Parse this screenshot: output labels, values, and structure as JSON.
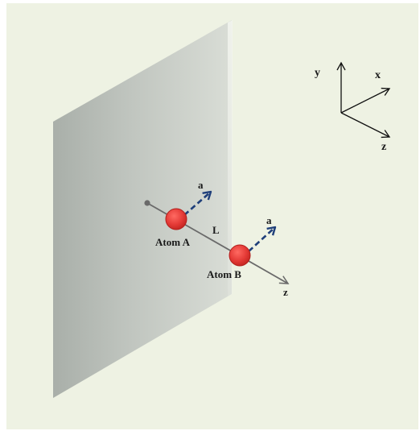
{
  "axes": {
    "y_label": "y",
    "x_label": "x",
    "z_label": "z"
  },
  "atoms": {
    "a": {
      "label": "Atom A",
      "dipole_label": "a"
    },
    "b": {
      "label": "Atom B",
      "dipole_label": "a"
    }
  },
  "separation_label": "L",
  "z_axis_label": "z",
  "colors": {
    "background": "#eef2e3",
    "plate": "#b9bfb9",
    "atom_fill": "#e43a36",
    "atom_stroke": "#b11f1c",
    "dipole_arrow": "#1f3f7a",
    "axis_line": "#6a6a6a"
  }
}
